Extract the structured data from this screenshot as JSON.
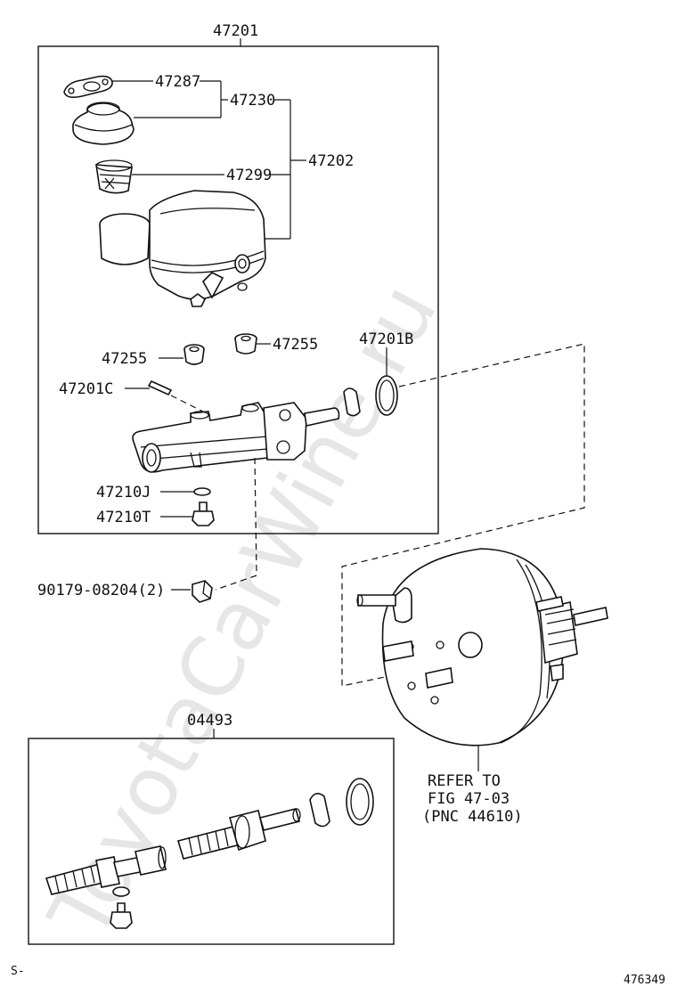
{
  "watermark": "ToyotaCarWine.ru",
  "assemblies": {
    "master_cylinder": "47201",
    "repair_kit": "04493"
  },
  "callouts": {
    "gasket": "47287",
    "cap_assy": "47230",
    "reservoir_sub_assy": "47202",
    "strainer": "47299",
    "grommet_left": "47255",
    "grommet_right": "47255",
    "o_ring": "47201B",
    "pin": "47201C",
    "washer": "47210J",
    "bleeder_plug": "47210T",
    "nut": "90179-08204(2)"
  },
  "refer_note": {
    "line1": "REFER TO",
    "line2": "FIG 47-03",
    "line3": "(PNC 44610)"
  },
  "footer": {
    "left_code": "S-",
    "figure_id": "476349"
  }
}
